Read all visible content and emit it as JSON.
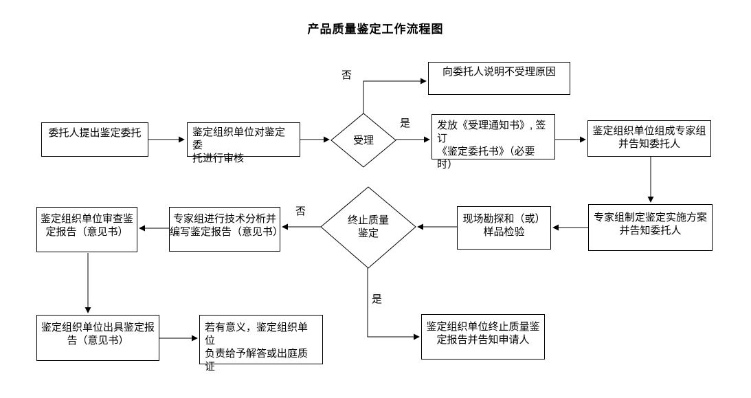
{
  "title": "产品质量鉴定工作流程图",
  "colors": {
    "background": "#ffffff",
    "line": "#000000",
    "box_border": "#000000",
    "text": "#000000"
  },
  "flowchart": {
    "nodes": {
      "submit_request": "委托人提出鉴定委托",
      "review_request": "鉴定组织单位对鉴定委\n托进行审核",
      "accept_decision": "受理",
      "explain_rejection": "向委托人说明不受理原因",
      "issue_notice": "发放《受理通知书》, 签订\n《鉴定委托书》（必要时）",
      "form_expert_group": "鉴定组织单位组成专家组\n并告知委托人",
      "make_plan": "专家组制定鉴定实施方案\n并告知委托人",
      "site_survey": "现场勘探和（或）\n样品检验",
      "terminate_decision": "终止质量\n鉴定",
      "tech_analysis": "专家组进行技术分析并\n编写鉴定报告（意见书）",
      "review_report": "鉴定组织单位审查鉴\n定报告（意见书）",
      "issue_report": "鉴定组织单位出具鉴定报\n告（意见书）",
      "court_support": "若有意义，鉴定组织单位\n负责给予解答或出庭质证",
      "terminate_report": "鉴定组织单位终止质量鉴\n定报告并告知申请人"
    },
    "edge_labels": {
      "accept_no": "否",
      "accept_yes": "是",
      "terminate_no": "否",
      "terminate_yes": "是"
    }
  }
}
